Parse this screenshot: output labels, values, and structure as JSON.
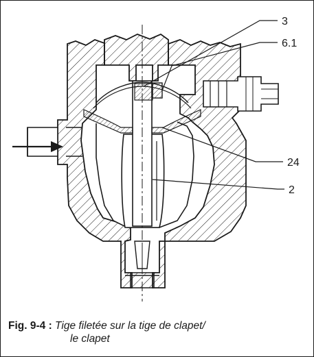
{
  "figure": {
    "label": "Fig. 9-4 :",
    "caption_line1": "Tige filetée sur la tige de clapet/",
    "caption_line2": "le clapet"
  },
  "callouts": [
    {
      "id": "3",
      "text": "3"
    },
    {
      "id": "6.1",
      "text": "6.1"
    },
    {
      "id": "24",
      "text": "24"
    },
    {
      "id": "2",
      "text": "2"
    }
  ],
  "colors": {
    "line": "#1a1a1a",
    "hatch": "#1a1a1a",
    "background": "#ffffff"
  }
}
